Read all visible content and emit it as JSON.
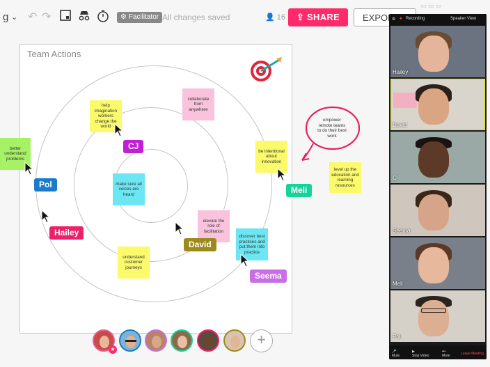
{
  "toolbar": {
    "board_name": "g",
    "facilitator_label": "Facilitator",
    "save_status": "All changes saved",
    "users_count": "16",
    "share_label": "SHARE",
    "export_label": "EXPORT"
  },
  "board": {
    "title": "Team Actions",
    "stickies": [
      {
        "text": "help imagination workers change the world",
        "color": "yellow"
      },
      {
        "text": "collaborate from anywhere",
        "color": "pink"
      },
      {
        "text": "better understand problems",
        "color": "green"
      },
      {
        "text": "be intentional about innovation",
        "color": "yellow"
      },
      {
        "text": "make sure all voices are heard",
        "color": "cyan"
      },
      {
        "text": "elevate the role of facilitation",
        "color": "pink"
      },
      {
        "text": "discover best practices and put them into practice",
        "color": "cyan"
      },
      {
        "text": "understand customer journeys",
        "color": "yellow"
      },
      {
        "text": "level up the education and learning resources",
        "color": "yellow"
      },
      {
        "text": "empower remote teams to do their best work",
        "color": "none"
      }
    ],
    "tags": [
      {
        "name": "CJ",
        "color": "#c21fd6"
      },
      {
        "name": "Pol",
        "color": "#1c7cc9"
      },
      {
        "name": "Hailey",
        "color": "#ee1f6a"
      },
      {
        "name": "David",
        "color": "#9c8a1d"
      },
      {
        "name": "Meli",
        "color": "#15d49a"
      },
      {
        "name": "Seema",
        "color": "#c86fe6"
      }
    ]
  },
  "zoom": {
    "recording_label": "Recording",
    "view_label": "Speaker View",
    "participants": [
      "Hailey",
      "David",
      "C",
      "Seema",
      "Meli",
      "Pol"
    ],
    "controls": {
      "mute": "Mute",
      "stop_video": "Stop Video",
      "more": "More",
      "leave": "Leave Meeting"
    }
  },
  "colors": {
    "accent": "#ff2a6a",
    "sticky_yellow": "#fafa6a",
    "sticky_pink": "#f9c3dd",
    "sticky_cyan": "#6ce6f2",
    "sticky_green": "#a6f265"
  }
}
